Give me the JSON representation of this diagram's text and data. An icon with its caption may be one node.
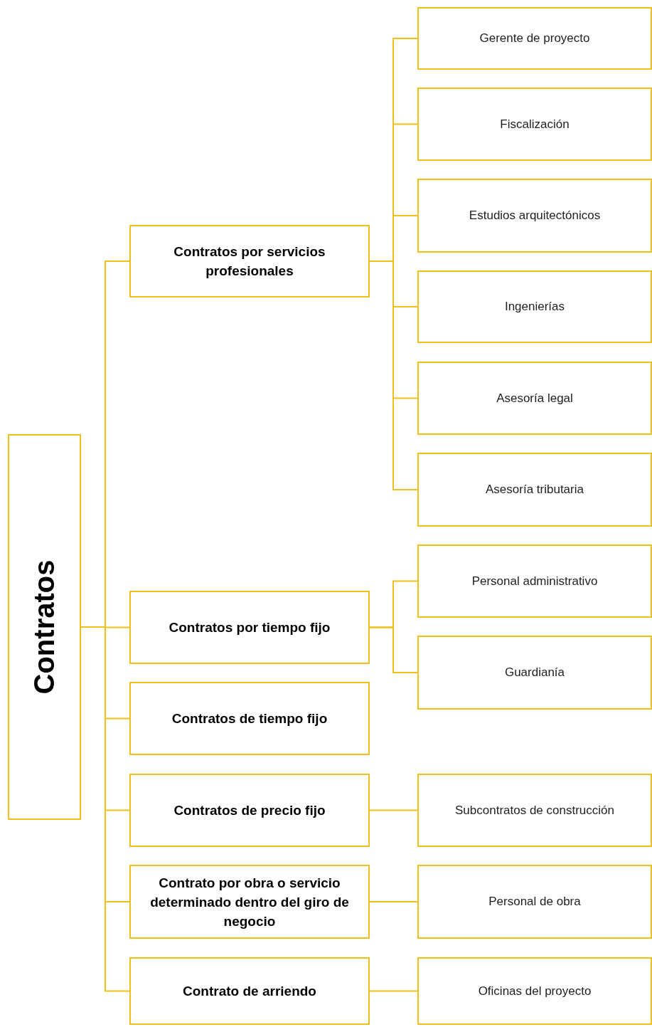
{
  "diagram": {
    "nodes": [
      {
        "text": [
          "Contratos"
        ]
      },
      {
        "text": [
          "Contratos por servicios profesionales"
        ]
      },
      {
        "text": [
          "Gerente de proyecto"
        ]
      },
      {
        "text": [
          "Fiscalización"
        ]
      },
      {
        "text": [
          "Estudios arquitectónicos"
        ]
      },
      {
        "text": [
          "Ingenierías"
        ]
      },
      {
        "text": [
          "Asesoría legal"
        ]
      },
      {
        "text": [
          "Asesoría tributaria"
        ]
      },
      {
        "text": [
          "Contratos por tiempo fijo"
        ]
      },
      {
        "text": [
          "Personal administrativo"
        ]
      },
      {
        "text": [
          "Guardianía"
        ]
      },
      {
        "text": [
          "Contratos de tiempo fijo"
        ]
      },
      {
        "text": [
          "Contratos de precio fijo"
        ]
      },
      {
        "text": [
          "Subcontratos de construcción"
        ]
      },
      {
        "text": [
          "Contrato por obra o servicio determinado dentro del giro de negocio"
        ]
      },
      {
        "text": [
          "Personal de obra"
        ]
      },
      {
        "text": [
          "Contrato de arriendo"
        ]
      },
      {
        "text": [
          "Oficinas del proyecto"
        ]
      }
    ],
    "edges": [
      {
        "from": 0,
        "to": 1,
        "arrow": "none"
      },
      {
        "from": 0,
        "to": 8,
        "arrow": "none"
      },
      {
        "from": 0,
        "to": 11,
        "arrow": "none"
      },
      {
        "from": 0,
        "to": 12,
        "arrow": "none"
      },
      {
        "from": 0,
        "to": 14,
        "arrow": "none"
      },
      {
        "from": 0,
        "to": 16,
        "arrow": "none"
      },
      {
        "from": 1,
        "to": 2,
        "arrow": "none"
      },
      {
        "from": 1,
        "to": 3,
        "arrow": "none"
      },
      {
        "from": 1,
        "to": 4,
        "arrow": "none"
      },
      {
        "from": 1,
        "to": 5,
        "arrow": "none"
      },
      {
        "from": 1,
        "to": 6,
        "arrow": "none"
      },
      {
        "from": 1,
        "to": 7,
        "arrow": "none"
      },
      {
        "from": 8,
        "to": 9,
        "arrow": "none"
      },
      {
        "from": 8,
        "to": 10,
        "arrow": "none"
      },
      {
        "from": 12,
        "to": 13,
        "arrow": "none"
      },
      {
        "from": 14,
        "to": 15,
        "arrow": "none"
      },
      {
        "from": 16,
        "to": 17,
        "arrow": "none"
      }
    ]
  }
}
